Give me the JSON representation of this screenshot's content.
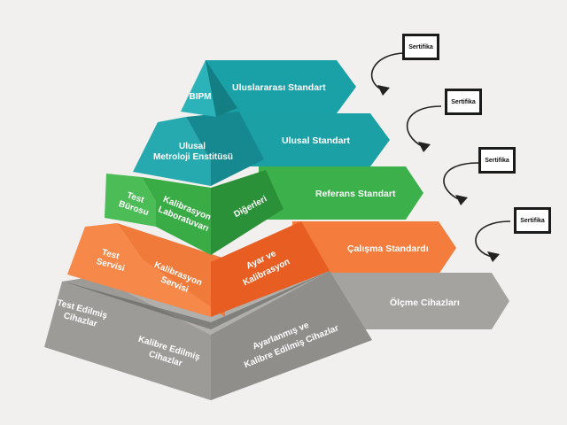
{
  "pyramid": {
    "level1": {
      "front": "BIPM"
    },
    "level2": {
      "front_line1": "Ulusal",
      "front_line2": "Metroloji Enstitüsü"
    },
    "level3": {
      "left_line1": "Test",
      "left_line2": "Bürosu",
      "front_line1": "Kalibrasyon",
      "front_line2": "Laboratuvarı",
      "right": "Diğerleri"
    },
    "level4": {
      "left_line1": "Test",
      "left_line2": "Servisi",
      "front_line1": "Kalibrasyon",
      "front_line2": "Servisi",
      "right_line1": "Ayar ve",
      "right_line2": "Kalibrasyon"
    },
    "level5": {
      "left_line1": "Test Edilmiş",
      "left_line2": "Cihazlar",
      "front_line1": "Kalibre Edilmiş",
      "front_line2": "Cihazlar",
      "right_line1": "Ayarlanmış ve",
      "right_line2": "Kalibre Edilmiş Cihazlar"
    }
  },
  "arrows": [
    {
      "label": "Uluslararası Standart",
      "color": "#1aa1a8"
    },
    {
      "label": "Ulusal Standart",
      "color": "#1aa1a8"
    },
    {
      "label": "Referans Standart",
      "color": "#3cb04a"
    },
    {
      "label": "Çalışma Standardı",
      "color": "#f47c3c"
    },
    {
      "label": "Ölçme Cihazları",
      "color": "#9b9b98"
    }
  ],
  "certificates": [
    "Sertifika",
    "Sertifika",
    "Sertifika",
    "Sertifika"
  ],
  "colors": {
    "teal": "#22a7ad",
    "teal_dark": "#14878d",
    "green": "#43b34d",
    "green_dark": "#2d8f3a",
    "orange": "#f47c3c",
    "orange_dark": "#e05f20",
    "gray": "#a6a5a2",
    "gray_dark": "#8b8a87"
  }
}
